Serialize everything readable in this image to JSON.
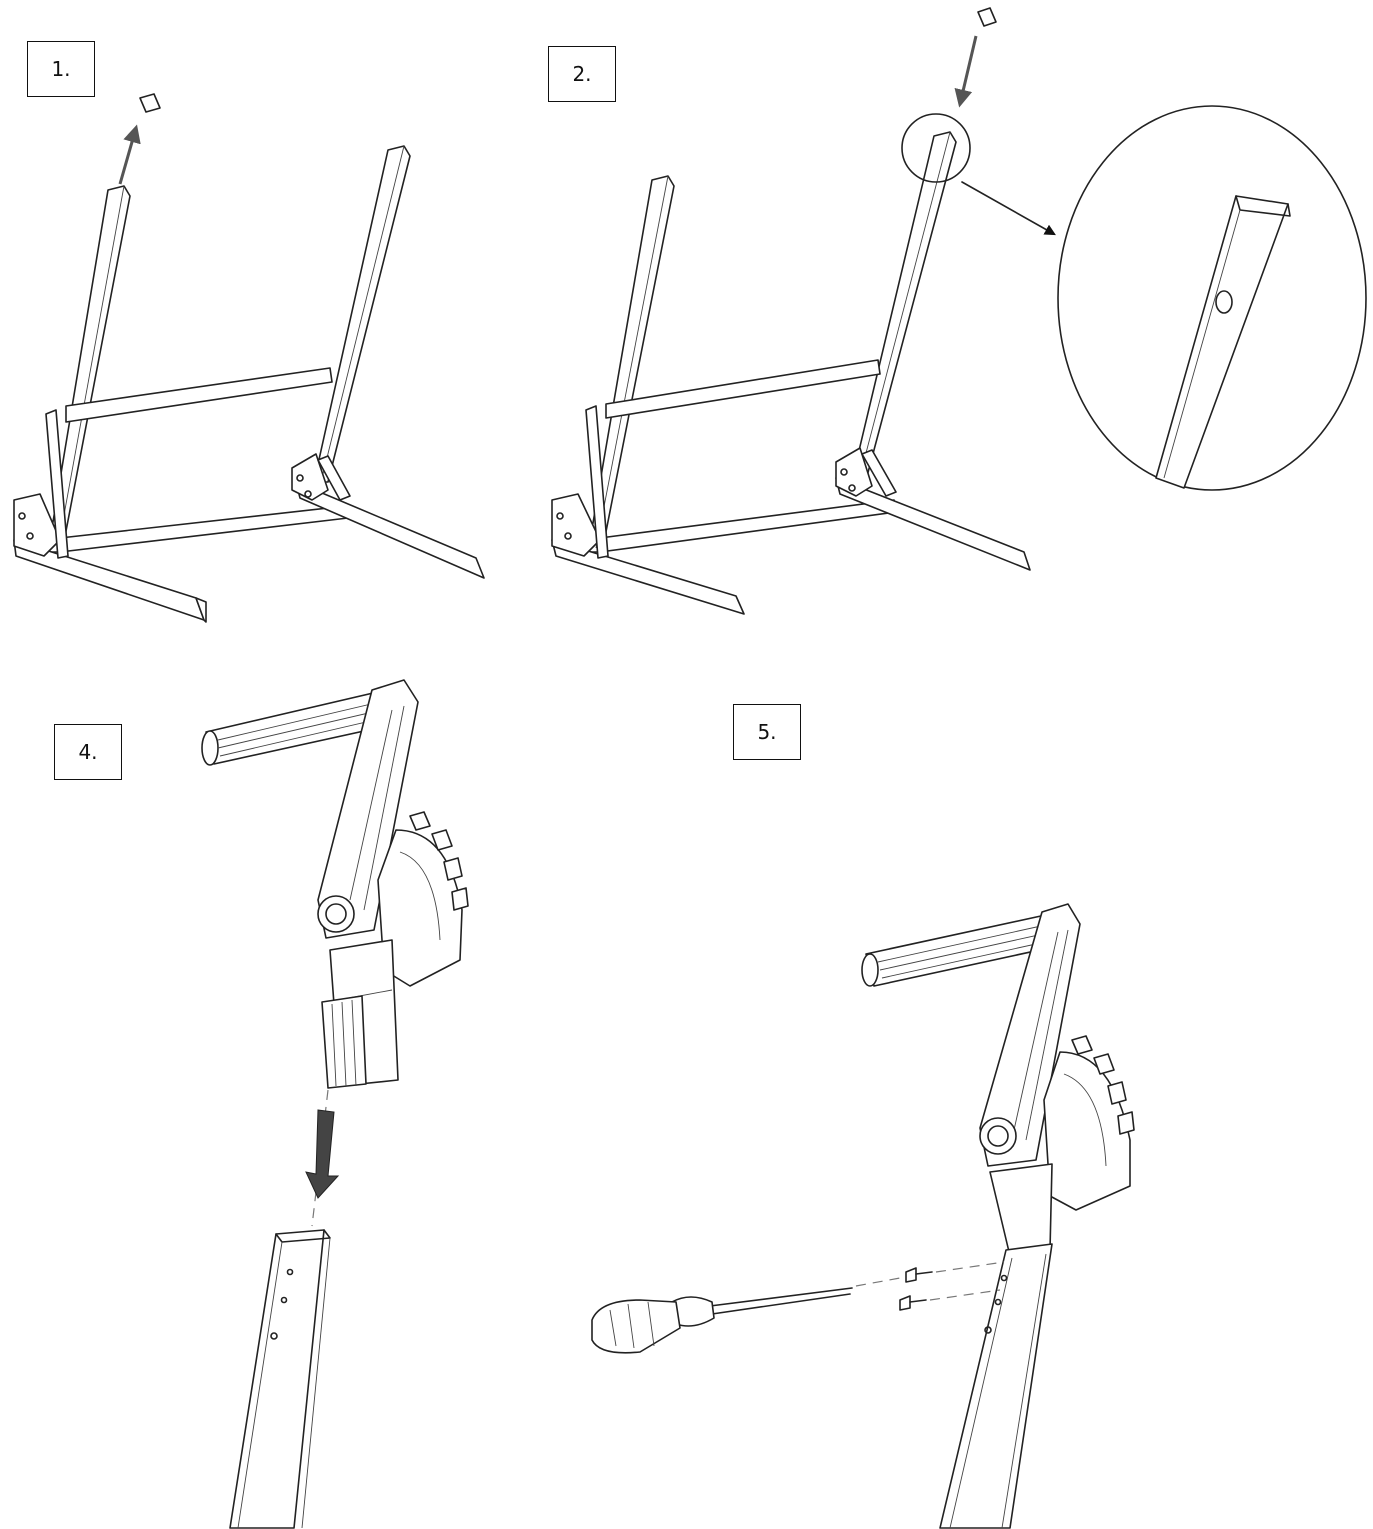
{
  "steps": {
    "step1": "1.",
    "step2": "2.",
    "step4": "4.",
    "step5": "5."
  }
}
